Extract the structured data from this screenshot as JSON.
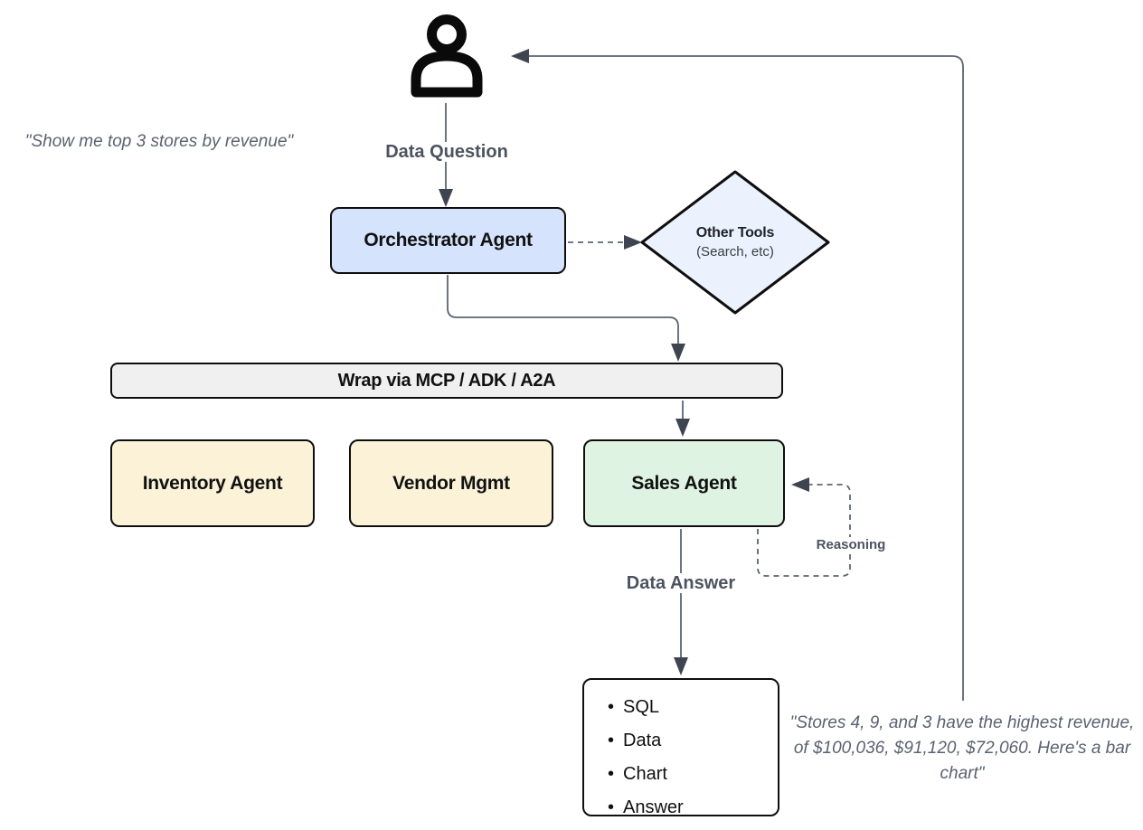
{
  "quotes": {
    "user_request": "\"Show me top 3 stores by revenue\"",
    "agent_response": "\"Stores 4, 9, and 3 have the highest revenue, of $100,036, $91,120, $72,060. Here's a bar chart\""
  },
  "labels": {
    "data_question": "Data Question",
    "data_answer": "Data Answer",
    "reasoning": "Reasoning"
  },
  "nodes": {
    "orchestrator": {
      "label": "Orchestrator Agent",
      "fill": "#d5e3fc"
    },
    "other_tools": {
      "title": "Other Tools",
      "subtitle": "(Search, etc)",
      "fill": "#ecf2fd"
    },
    "wrap_layer": {
      "label": "Wrap via MCP / ADK / A2A",
      "fill": "#f0f0f1"
    },
    "inventory": {
      "label": "Inventory Agent",
      "fill": "#fbf2d8"
    },
    "vendor": {
      "label": "Vendor Mgmt",
      "fill": "#fbf2d8"
    },
    "sales": {
      "label": "Sales Agent",
      "fill": "#def3e2"
    },
    "output": {
      "items": [
        "SQL",
        "Data",
        "Chart",
        "Answer"
      ]
    }
  },
  "colors": {
    "connector": "#5b6472",
    "arrowhead": "#3e4550",
    "node_border": "#0e0e0e",
    "icon": "#0a0a0a",
    "flow_label_text": "#4c5360",
    "quote_text": "#5a6270"
  }
}
